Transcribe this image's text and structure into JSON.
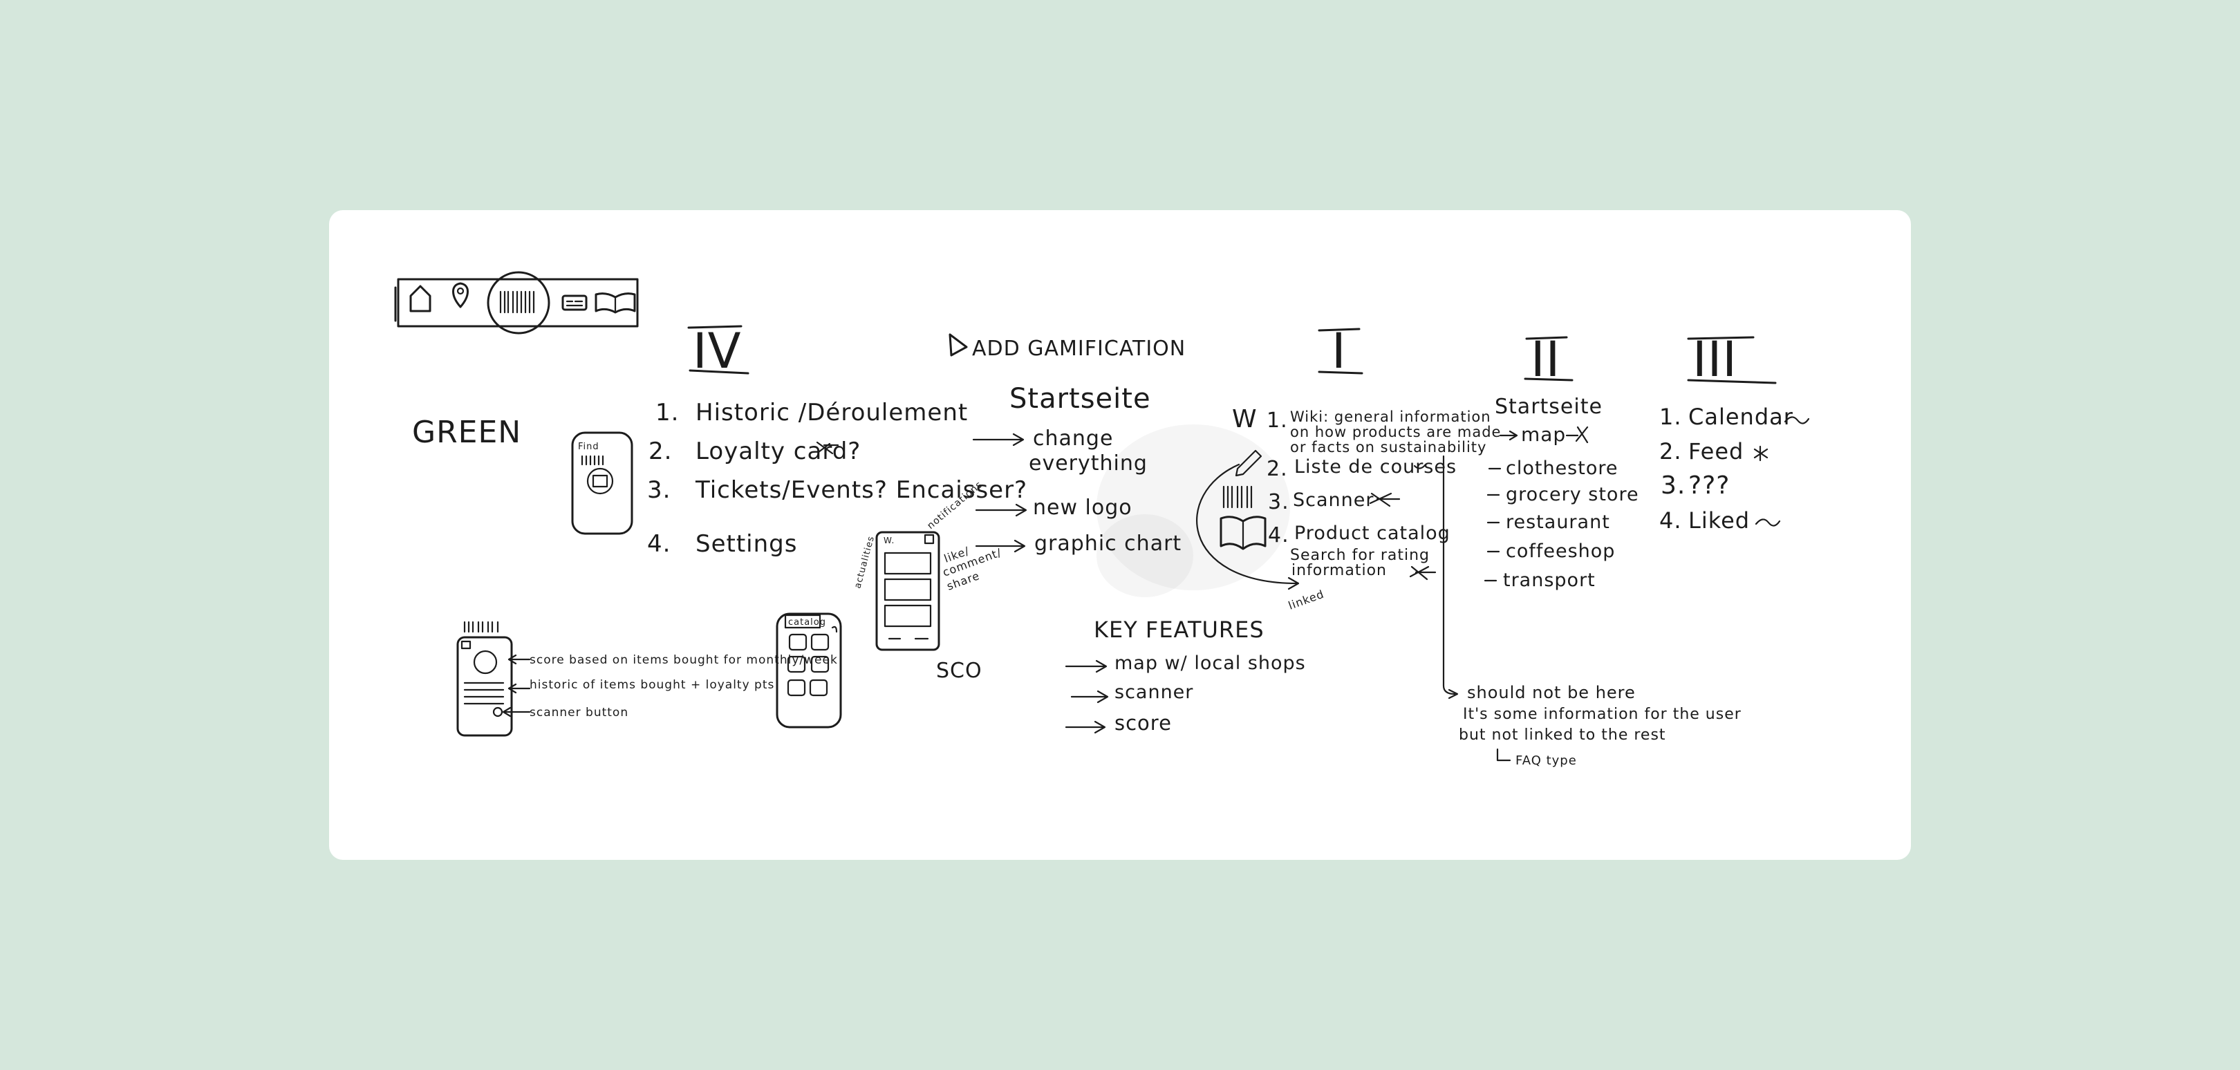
{
  "numerals": {
    "iv": "IV",
    "i": "I",
    "ii": "II",
    "iii": "III"
  },
  "add_gamification": "ADD GAMIFICATION",
  "green": "GREEN",
  "phone_mini_label": "Find",
  "list_iv": {
    "items": [
      {
        "num": "1.",
        "text": "Historic /Déroulement"
      },
      {
        "num": "2.",
        "text": "Loyalty card?"
      },
      {
        "num": "3.",
        "text": "Tickets/Events? Encaisser?"
      },
      {
        "num": "4.",
        "text": "Settings"
      }
    ]
  },
  "startseite_col": {
    "title": "Startseite",
    "items": [
      "change",
      "everything",
      "new logo",
      "graphic chart"
    ]
  },
  "phone_sketch_notes": {
    "notifications": "notifications",
    "actualities": "actualities",
    "like_comment_share": [
      "like/",
      "comment/",
      "share"
    ],
    "sco": "SCO",
    "top": "W."
  },
  "list_i": {
    "marker": "W",
    "items": [
      {
        "num": "1.",
        "lines": [
          "Wiki: general information",
          "on how products are made",
          "or facts on sustainability"
        ]
      },
      {
        "num": "2.",
        "lines": [
          "Liste de courses"
        ]
      },
      {
        "num": "3.",
        "lines": [
          "Scanner"
        ]
      },
      {
        "num": "4.",
        "lines": [
          "Product catalog",
          "Search for rating",
          "information"
        ]
      }
    ],
    "linked": "linked",
    "note": [
      "should not be here",
      "It's some information for the user",
      "but not linked to the rest",
      "FAQ type"
    ]
  },
  "list_ii": {
    "title": "Startseite",
    "map": "map",
    "items": [
      "clothestore",
      "grocery store",
      "restaurant",
      "coffeeshop",
      "transport"
    ]
  },
  "list_iii": {
    "items": [
      {
        "num": "1.",
        "text": "Calendar"
      },
      {
        "num": "2.",
        "text": "Feed"
      },
      {
        "num": "3.",
        "text": "???"
      },
      {
        "num": "4.",
        "text": "Liked"
      }
    ]
  },
  "key_features": {
    "title": "KEY FEATURES",
    "items": [
      "map w/ local shops",
      "scanner",
      "score"
    ]
  },
  "phone_score": {
    "notes": [
      "score based on items bought for monthly/week",
      "historic of items bought + loyalty pts",
      "scanner button"
    ]
  },
  "catalog_label": "catalog"
}
